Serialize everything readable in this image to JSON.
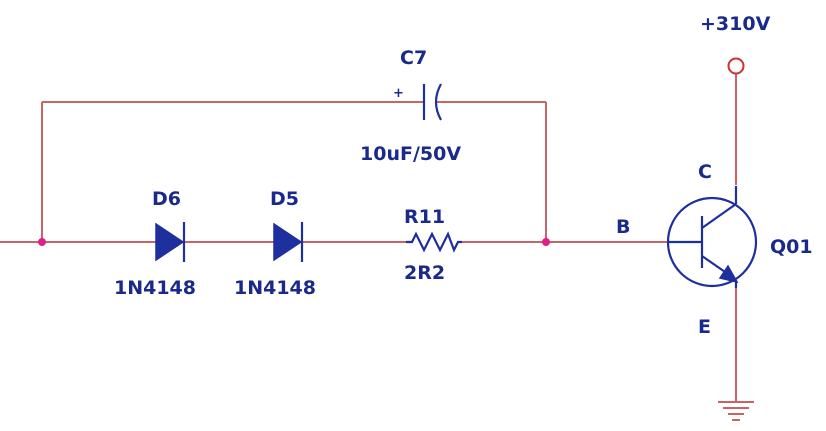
{
  "supply": {
    "label": "+310V"
  },
  "capacitor": {
    "ref": "C7",
    "value": "10uF/50V",
    "polarity_mark": "+"
  },
  "diodes": [
    {
      "ref": "D6",
      "part": "1N4148"
    },
    {
      "ref": "D5",
      "part": "1N4148"
    }
  ],
  "resistor": {
    "ref": "R11",
    "value": "2R2"
  },
  "transistor": {
    "ref": "Q01",
    "pin_collector": "C",
    "pin_base": "B",
    "pin_emitter": "E"
  },
  "colors": {
    "wire": "#c86464",
    "component": "#1e2f9e",
    "junction": "#e0208a",
    "label": "#1a2a8a"
  }
}
